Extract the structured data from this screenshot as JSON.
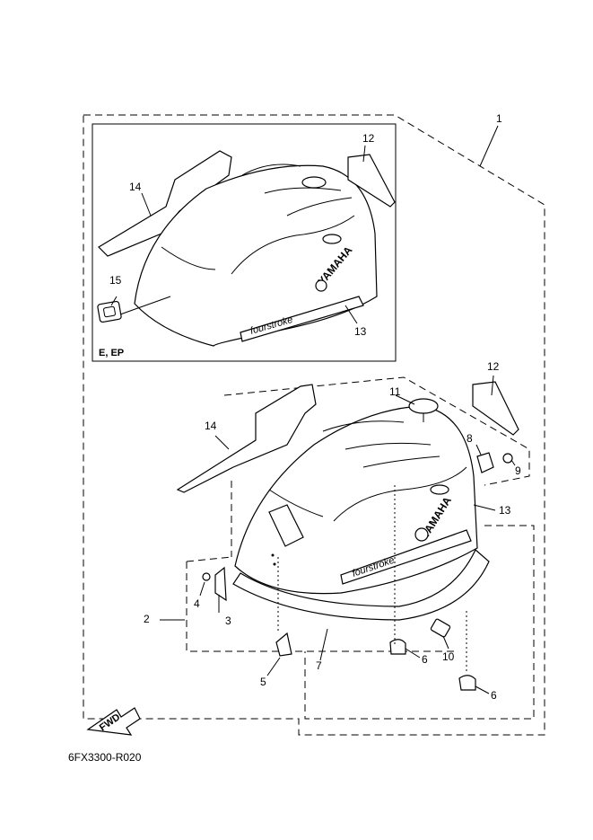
{
  "callouts": {
    "c1": "1",
    "c2": "2",
    "c3": "3",
    "c4": "4",
    "c5": "5",
    "c6a": "6",
    "c6b": "6",
    "c7": "7",
    "c8": "8",
    "c9": "9",
    "c10": "10",
    "c11": "11",
    "c12_top": "12",
    "c12": "12",
    "c13_top": "13",
    "c13": "13",
    "c14_top": "14",
    "c14": "14",
    "c15": "15"
  },
  "inset": {
    "variant": "E, EP"
  },
  "logo": {
    "brand": "YAMAHA",
    "script": "fourstroke"
  },
  "fwd_arrow": {
    "label": "FWD"
  },
  "diagram_code": "6FX3300-R020"
}
